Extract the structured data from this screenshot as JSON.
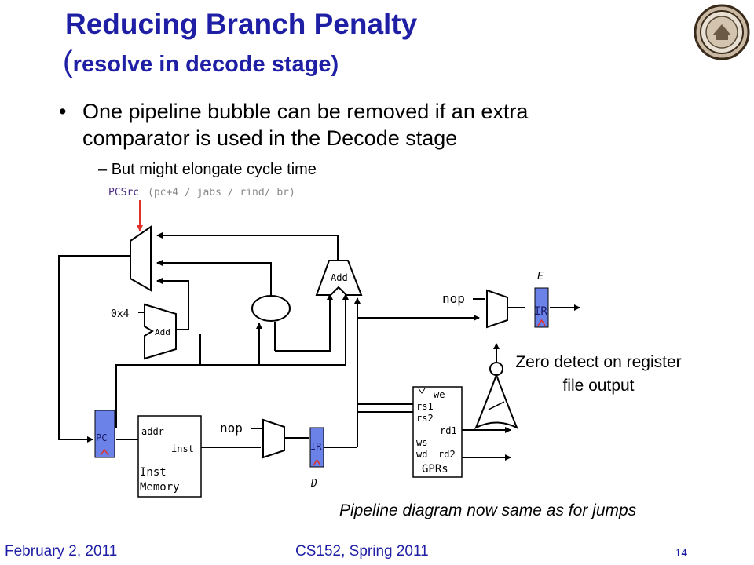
{
  "slide": {
    "title_line1": "Reducing Branch Penalty",
    "title_paren": "(",
    "title_line2": "resolve in decode stage)",
    "bullet": "One pipeline bubble can be removed if an extra comparator is used in the Decode stage",
    "sub_dash": "–",
    "sub_bullet": "But might elongate cycle time",
    "note_zero_detect": "Zero detect on register file output",
    "note_pipeline": "Pipeline diagram now same as for jumps"
  },
  "diagram": {
    "pcsrc_label": "PCSrc",
    "pcsrc_options": "(pc+4 / jabs / rind/ br)",
    "const_label": "0x4",
    "add_small": "Add",
    "add_branch": "Add",
    "nop_decode": "nop",
    "nop_execute": "nop",
    "pc_label": "PC",
    "imem": {
      "addr": "addr",
      "inst": "inst",
      "name1": "Inst",
      "name2": "Memory"
    },
    "ir_decode": "IR",
    "ir_execute": "IR",
    "stage_d": "D",
    "stage_e": "E",
    "gprs": {
      "we": "we",
      "rs1": "rs1",
      "rs2": "rs2",
      "rd1": "rd1",
      "ws": "ws",
      "wd": "wd",
      "rd2": "rd2",
      "name": "GPRs"
    }
  },
  "footer": {
    "date": "February 2, 2011",
    "course": "CS152, Spring 2011",
    "page": "14"
  },
  "colors": {
    "title": "#1f1fa6",
    "register_fill": "#6b82e8",
    "pcsrc_arrow": "#e0302a",
    "pcsrc_text": "#4b2e83"
  }
}
